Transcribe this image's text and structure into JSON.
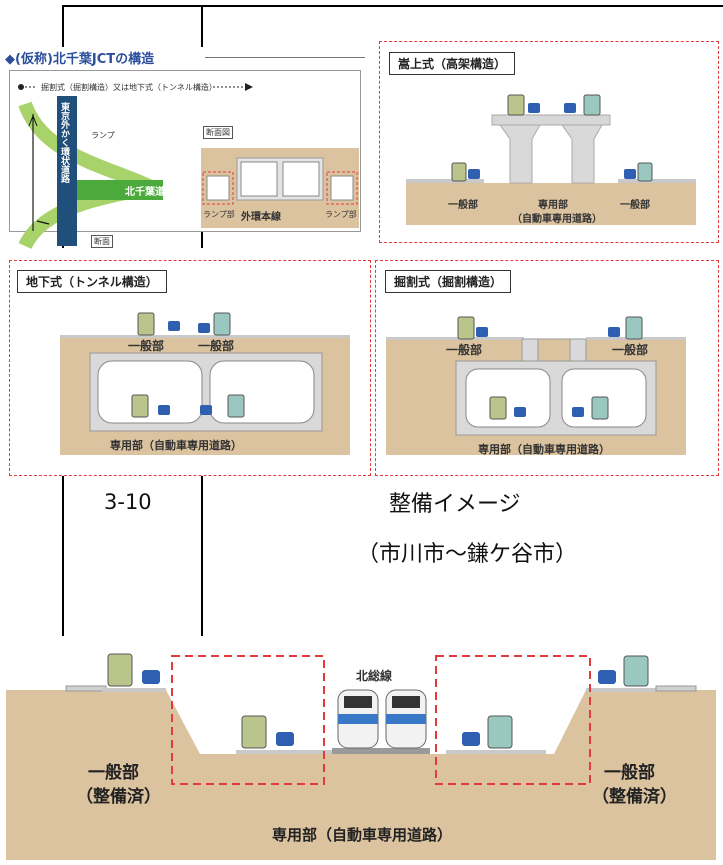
{
  "jct": {
    "title": "◆(仮称)北千葉JCTの構造",
    "legend": "掘割式（掘割構造）又は地下式（トンネル構造）",
    "ramp_small": "ランプ",
    "section_label": "断面図",
    "cut_label": "断面",
    "kita_chiba_road": "北千葉道路",
    "gaikan_road": "東京外かく環状道路",
    "main_line": "外環本線",
    "ramp_left": "ランプ部",
    "ramp_right": "ランプ部"
  },
  "elevated": {
    "title": "嵩上式（高架構造）",
    "general_left": "一般部",
    "general_right": "一般部",
    "dedicated_line1": "専用部",
    "dedicated_line2": "（自動車専用道路）"
  },
  "tunnel": {
    "title": "地下式（トンネル構造）",
    "general_left": "一般部",
    "general_right": "一般部",
    "dedicated": "専用部（自動車専用道路）"
  },
  "cut": {
    "title": "掘割式（掘割構造）",
    "general_left": "一般部",
    "general_right": "一般部",
    "dedicated": "専用部（自動車専用道路）"
  },
  "caption": {
    "number": "3-10",
    "title_line1": "整備イメージ",
    "title_line2": "（市川市～鎌ケ谷市）"
  },
  "bottom": {
    "railway": "北総線",
    "left_line1": "一般部",
    "left_line2": "（整備済）",
    "right_line1": "一般部",
    "right_line2": "（整備済）",
    "dedicated": "専用部（自動車専用道路）"
  },
  "colors": {
    "panel_border": "#e23b3b",
    "soil": "#dcc3a0",
    "concrete": "#e3e3e3",
    "vertical_road": "#1f4f7a",
    "green_road": "#4caa3c",
    "bus": "#b9c58a",
    "car": "#2f5fb0",
    "train": "#3a78c8"
  }
}
